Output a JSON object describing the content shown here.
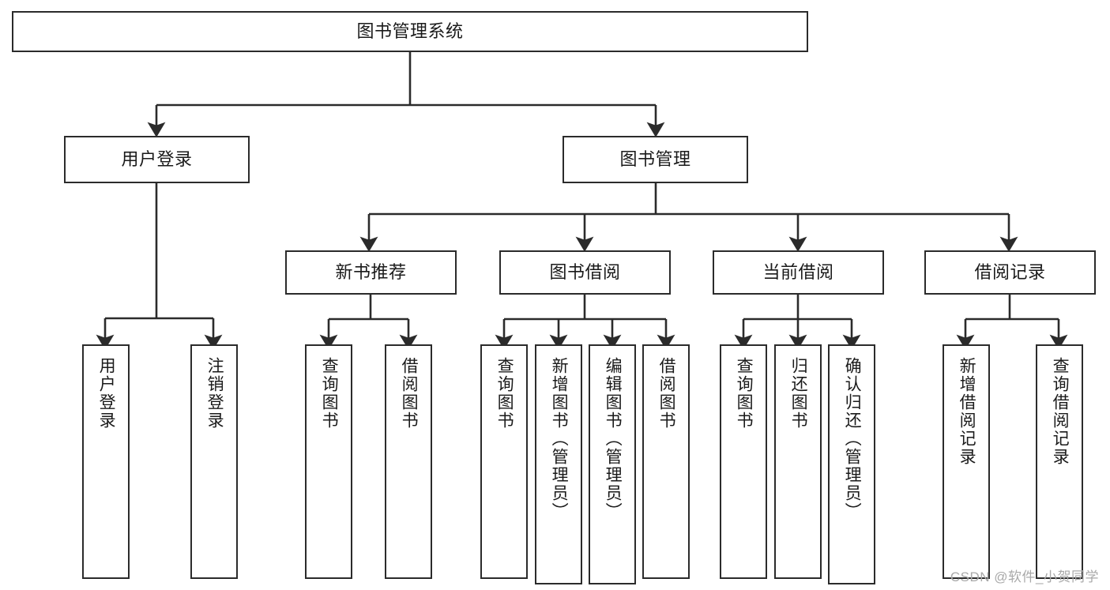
{
  "diagram": {
    "title": "图书管理系统",
    "type": "hierarchy-tree",
    "watermark": "CSDN @软件_小贺同学",
    "colors": {
      "stroke": "#2b2b2b",
      "fill": "#ffffff",
      "text": "#1a1a1a",
      "watermark": "#a9a9a9"
    },
    "nodes": {
      "root": {
        "label": "图书管理系统"
      },
      "level2": [
        {
          "label": "用户登录"
        },
        {
          "label": "图书管理"
        }
      ],
      "level3": [
        {
          "label": "新书推荐"
        },
        {
          "label": "图书借阅"
        },
        {
          "label": "当前借阅"
        },
        {
          "label": "借阅记录"
        }
      ],
      "leaves_user_login": [
        {
          "label": "用户登录"
        },
        {
          "label": "注销登录"
        }
      ],
      "leaves_new_books": [
        {
          "label": "查询图书"
        },
        {
          "label": "借阅图书"
        }
      ],
      "leaves_borrow": [
        {
          "label": "查询图书"
        },
        {
          "label": "新增图书（管理员）"
        },
        {
          "label": "编辑图书（管理员）"
        },
        {
          "label": "借阅图书"
        }
      ],
      "leaves_current": [
        {
          "label": "查询图书"
        },
        {
          "label": "归还图书"
        },
        {
          "label": "确认归还（管理员）"
        }
      ],
      "leaves_records": [
        {
          "label": "新增借阅记录"
        },
        {
          "label": "查询借阅记录"
        }
      ]
    }
  }
}
